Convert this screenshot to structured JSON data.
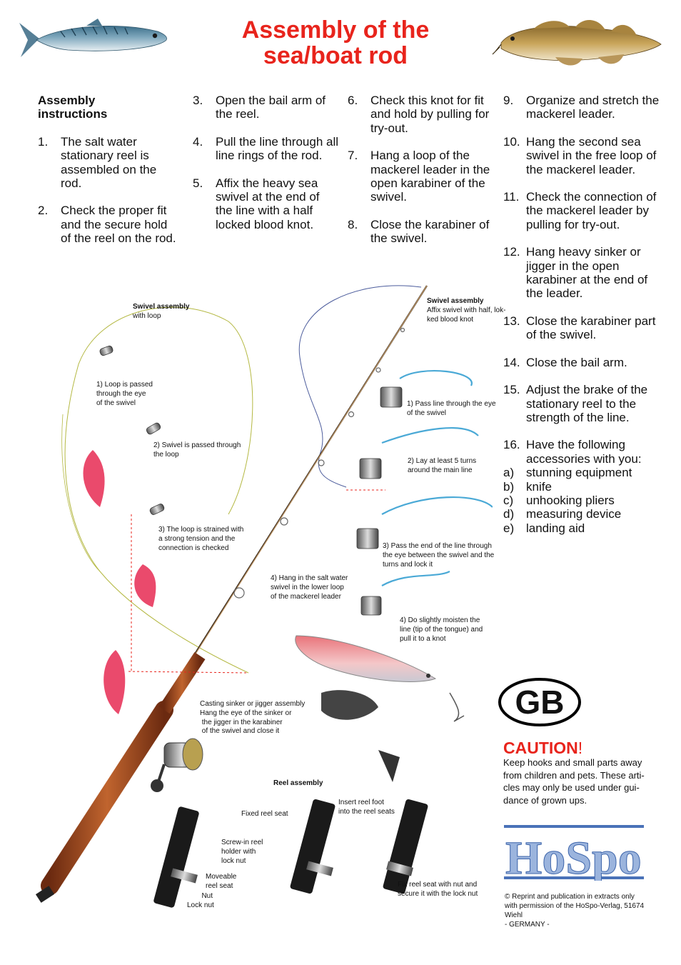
{
  "title": {
    "line1": "Assembly of the",
    "line2": "sea/boat rod"
  },
  "instructions": {
    "heading_line1": "Assembly",
    "heading_line2": "instructions",
    "col1": [
      {
        "num": "1.",
        "text": "The salt water stationary reel is assembled on the rod."
      },
      {
        "num": "2.",
        "text": "Check the proper fit and the secure hold of the reel on the rod."
      }
    ],
    "col2": [
      {
        "num": "3.",
        "text": "Open the bail arm of the reel."
      },
      {
        "num": "4.",
        "text": "Pull the line through all line rings of the rod."
      },
      {
        "num": "5.",
        "text": "Affix the heavy sea swivel at the end of the line with a half locked blood knot."
      }
    ],
    "col3": [
      {
        "num": "6.",
        "text": "Check this knot for fit and hold by pulling for try-out."
      },
      {
        "num": "7.",
        "text": "Hang a loop of the mackerel leader in the open karabiner of the swivel."
      },
      {
        "num": "8.",
        "text": "Close the karabiner of the swivel."
      }
    ],
    "col4": [
      {
        "num": "9.",
        "text": "Organize and stretch the mackerel leader."
      },
      {
        "num": "10.",
        "text": "Hang the second sea swivel in the free loop of the mackerel leader."
      },
      {
        "num": "11.",
        "text": "Check the connection of the mackerel leader by pulling for try-out."
      },
      {
        "num": "12.",
        "text": "Hang heavy sinker or jigger in the open karabiner at the end of the leader."
      },
      {
        "num": "13.",
        "text": "Close the karabiner part of the swivel."
      },
      {
        "num": "14.",
        "text": "Close the bail arm."
      },
      {
        "num": "15.",
        "text": "Adjust the brake of the stationary reel to the strength of the line."
      },
      {
        "num": "16.",
        "text": "Have the following accessories with you:"
      }
    ],
    "accessories": [
      {
        "num": "a)",
        "text": "stunning equipment"
      },
      {
        "num": "b)",
        "text": "knife"
      },
      {
        "num": "c)",
        "text": "unhooking pliers"
      },
      {
        "num": "d)",
        "text": "measuring device"
      },
      {
        "num": "e)",
        "text": "landing aid"
      }
    ]
  },
  "diagram": {
    "swivel_loop_title": "Swivel assembly",
    "swivel_loop_sub": "with loop",
    "loop_step1": "1) Loop is passed\nthrough the eye\nof the swivel",
    "loop_step2": "2) Swivel is passed through\nthe loop",
    "loop_step3": "3) The loop is strained with\na strong tension and the\nconnection is checked",
    "swivel_knot_title": "Swivel assembly",
    "swivel_knot_sub": "Affix swivel with half, lok-\nked blood knot",
    "knot_step1": "1) Pass line through the eye\nof the swivel",
    "knot_step2": "2) Lay at least 5 turns\naround the main line",
    "knot_step3": "3) Pass the end of the line through\nthe eye between the swivel and the\nturns and lock it",
    "knot_step4": "4) Do slightly moisten the\nline (tip of the tongue) and\npull it to a knot",
    "hang_leader": "4) Hang in the salt water\nswivel in the lower loop\nof the mackerel leader",
    "sinker": "Casting sinker or jigger assembly\nHang the eye of the sinker or\n the jigger in the karabiner\n of the swivel and close it",
    "reel_title": "Reel assembly",
    "fixed_seat": "Fixed reel seat",
    "screw_holder": "Screw-in reel\nholder with\nlock nut",
    "moveable_seat": "Moveable\nreel seat",
    "nut": "Nut\nLock nut",
    "insert_foot": "Insert reel foot\ninto the reel seats",
    "fix_seat": "Fix reel seat with nut and\nsecure it with the lock nut"
  },
  "badge": "GB",
  "caution": {
    "title": "CAUTION",
    "mark": "!",
    "text": "Keep hooks and small parts away from children and pets. These arti-cles may only be used under gui-dance of grown ups."
  },
  "brand": "HoSpo",
  "reprint": "© Reprint and publication in extracts only with permission of the HoSpo-Verlag, 51674 Wiehl\n- GERMANY -",
  "colors": {
    "title": "#e8241c",
    "caution": "#e8241c",
    "brand": "#4a72b8",
    "feather": "#e8365c"
  }
}
